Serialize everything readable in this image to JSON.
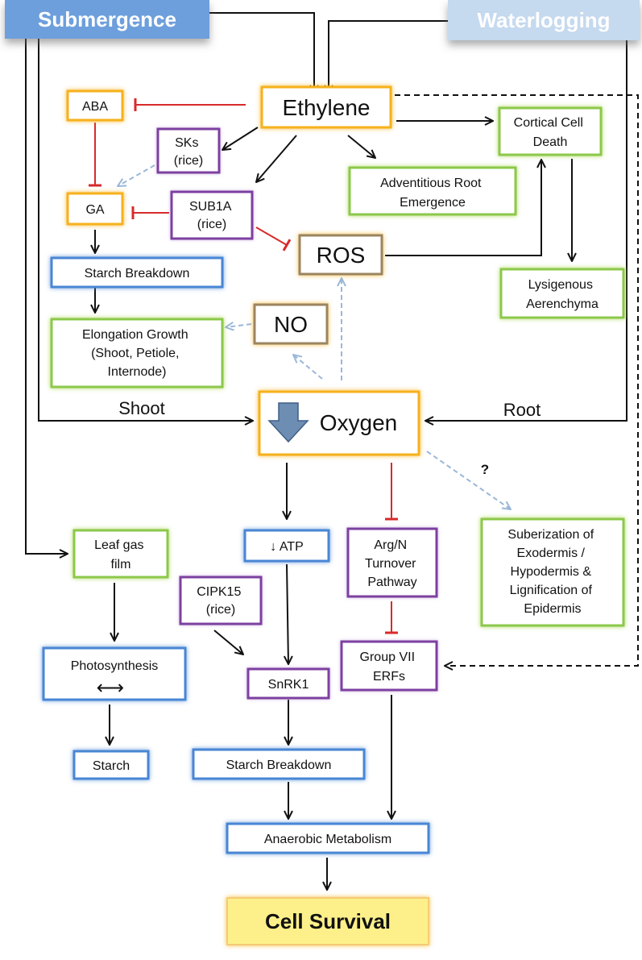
{
  "colors": {
    "orange": "#f6b11e",
    "purple": "#7d3fa0",
    "green": "#8cc84b",
    "blue": "#4a86d4",
    "brown": "#9b8560",
    "inhibit": "#d82a2a",
    "dashed_blue": "#9ab7d8",
    "header_blue": "#6d9fdc",
    "header_light_blue": "#c5d9ef",
    "survival_fill": "#fdf08a"
  },
  "diagram": {
    "submergence": "Submergence",
    "waterlogging": "Waterlogging",
    "ethylene": "Ethylene",
    "aba": "ABA",
    "sks": [
      "SKs",
      "(rice)"
    ],
    "ga": "GA",
    "sub1a": [
      "SUB1A",
      "(rice)"
    ],
    "starch_breakdown_top": "Starch Breakdown",
    "elongation": [
      "Elongation Growth",
      "(Shoot, Petiole,",
      "Internode)"
    ],
    "no": "NO",
    "ros": "ROS",
    "adventitious": [
      "Adventitious Root",
      "Emergence"
    ],
    "cortical": [
      "Cortical Cell",
      "Death"
    ],
    "lysigenous": [
      "Lysigenous",
      "Aerenchyma"
    ],
    "shoot": "Shoot",
    "root": "Root",
    "oxygen": "Oxygen",
    "question": "?",
    "leaf_gas": [
      "Leaf gas",
      "film"
    ],
    "atp": "↓ ATP",
    "arg_n": [
      "Arg/N",
      "Turnover",
      "Pathway"
    ],
    "suberization": [
      "Suberization of",
      "Exodermis /",
      "Hypodermis &",
      "Lignification of",
      "Epidermis"
    ],
    "cipk15": [
      "CIPK15",
      "(rice)"
    ],
    "photosynthesis": "Photosynthesis",
    "photo_arrow": "⟷",
    "snrk1": "SnRK1",
    "group_vii": [
      "Group VII",
      "ERFs"
    ],
    "starch": "Starch",
    "starch_breakdown_bottom": "Starch Breakdown",
    "anaerobic": "Anaerobic Metabolism",
    "cell_survival": "Cell Survival"
  }
}
